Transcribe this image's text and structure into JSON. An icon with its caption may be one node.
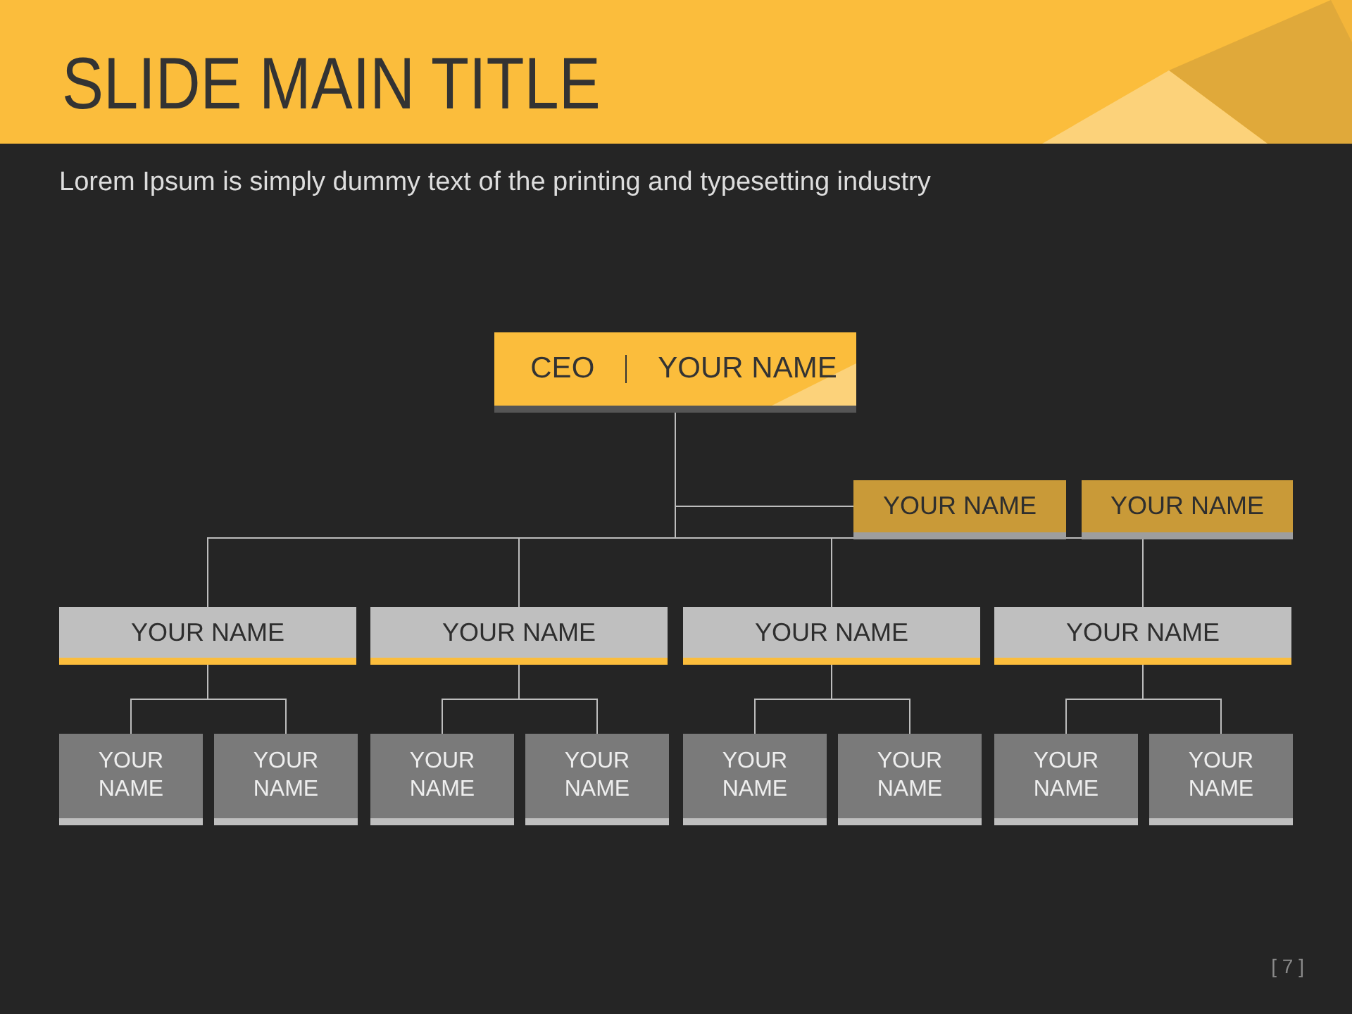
{
  "diagram": {
    "title": "SLIDE MAIN TITLE",
    "nodes": [
      {
        "text": [
          "CEO",
          "YOUR NAME"
        ]
      },
      {
        "text": [
          "YOUR NAME"
        ]
      },
      {
        "text": [
          "YOUR NAME"
        ]
      },
      {
        "text": [
          "YOUR NAME"
        ]
      },
      {
        "text": [
          "YOUR NAME"
        ]
      },
      {
        "text": [
          "YOUR NAME"
        ]
      },
      {
        "text": [
          "YOUR NAME"
        ]
      },
      {
        "text": [
          "YOUR NAME"
        ]
      },
      {
        "text": [
          "YOUR NAME"
        ]
      },
      {
        "text": [
          "YOUR NAME"
        ]
      },
      {
        "text": [
          "YOUR NAME"
        ]
      },
      {
        "text": [
          "YOUR NAME"
        ]
      },
      {
        "text": [
          "YOUR NAME"
        ]
      },
      {
        "text": [
          "YOUR NAME"
        ]
      },
      {
        "text": [
          "YOUR NAME"
        ]
      }
    ],
    "edges": [
      {
        "from": 0,
        "to": 1,
        "arrow": "none"
      },
      {
        "from": 0,
        "to": 3,
        "arrow": "none"
      },
      {
        "from": 0,
        "to": 4,
        "arrow": "none"
      },
      {
        "from": 0,
        "to": 5,
        "arrow": "none"
      },
      {
        "from": 0,
        "to": 6,
        "arrow": "none"
      },
      {
        "from": 3,
        "to": 7,
        "arrow": "none"
      },
      {
        "from": 3,
        "to": 8,
        "arrow": "none"
      },
      {
        "from": 4,
        "to": 9,
        "arrow": "none"
      },
      {
        "from": 4,
        "to": 10,
        "arrow": "none"
      },
      {
        "from": 5,
        "to": 11,
        "arrow": "none"
      },
      {
        "from": 5,
        "to": 12,
        "arrow": "none"
      },
      {
        "from": 6,
        "to": 13,
        "arrow": "none"
      },
      {
        "from": 6,
        "to": 14,
        "arrow": "none"
      }
    ],
    "labels": [
      "Lorem Ipsum is simply dummy text of the printing and typesetting industry",
      "[ 7 ]"
    ]
  }
}
